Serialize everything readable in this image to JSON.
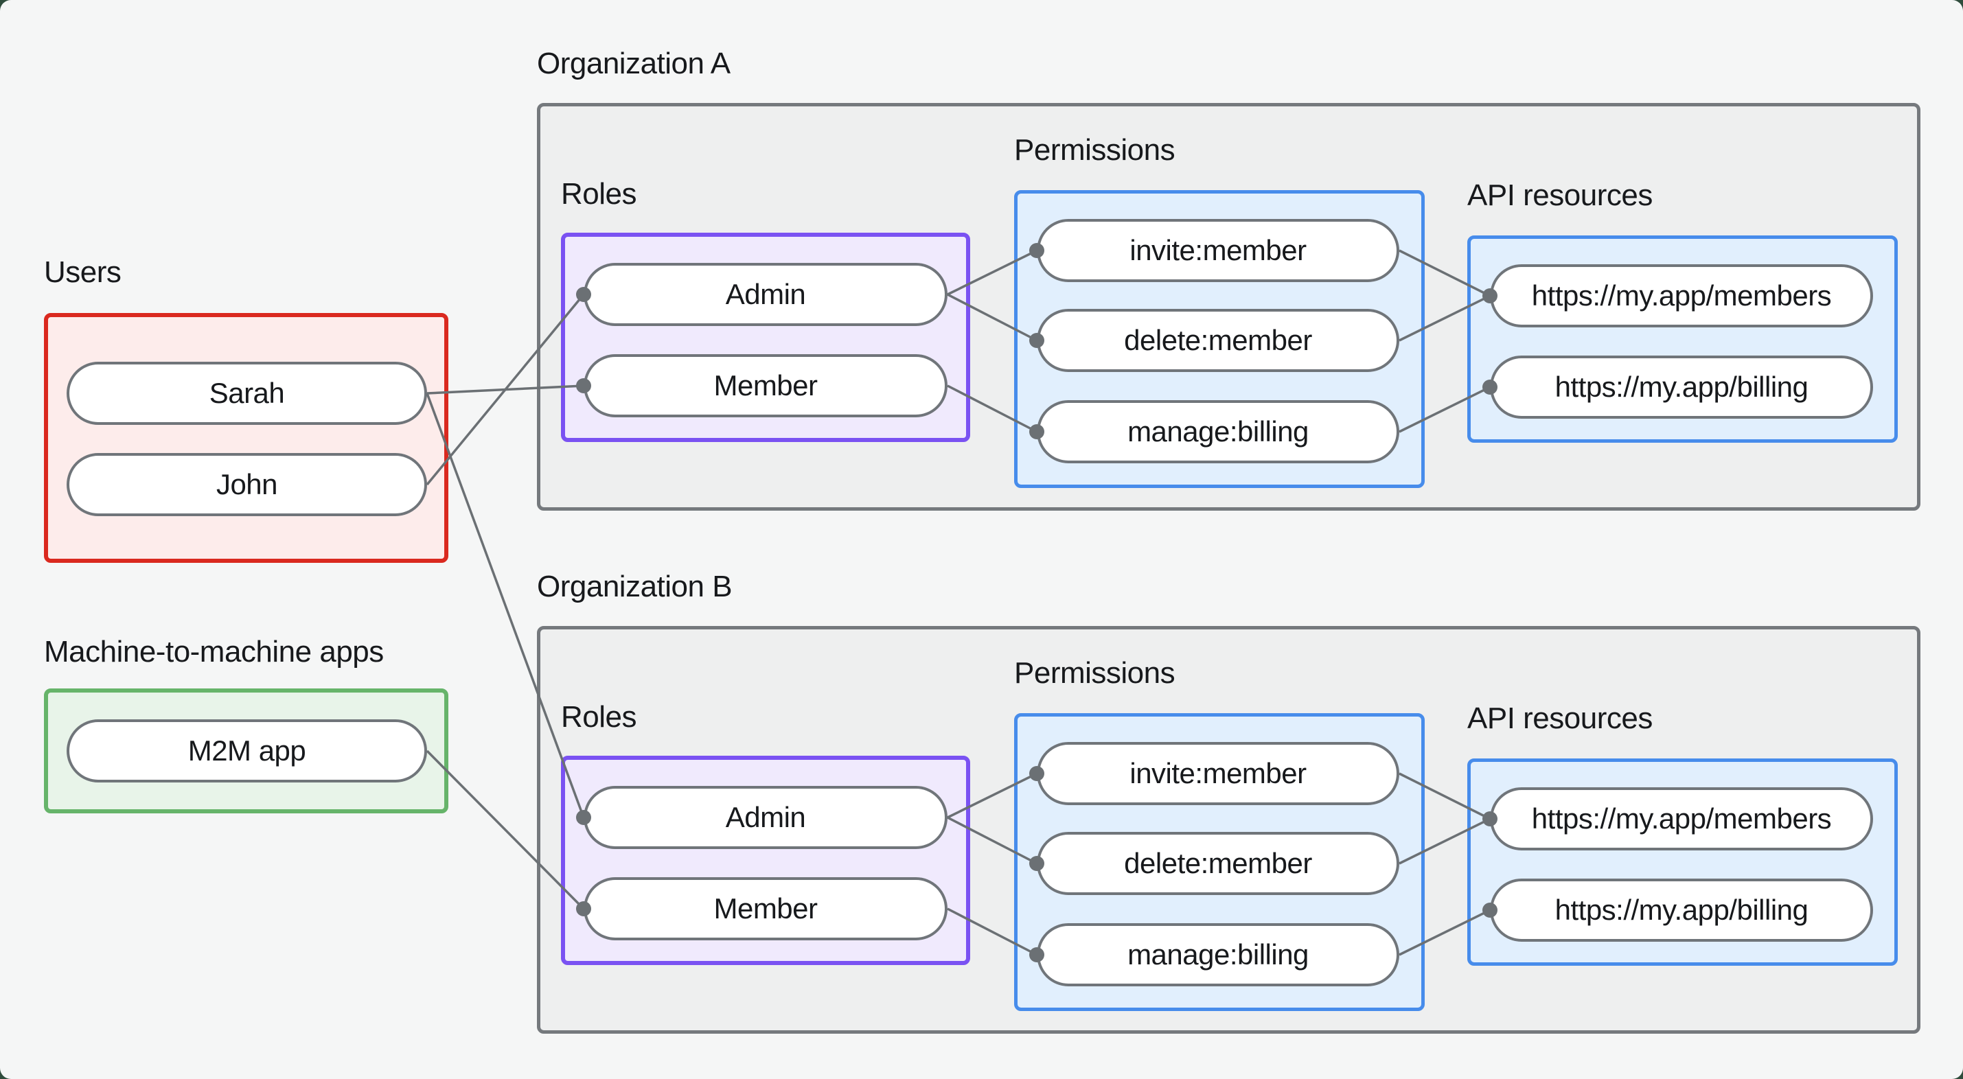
{
  "canvas": {
    "bg_outer": "#2f4c3c",
    "bg_card": "#f5f6f6"
  },
  "colors": {
    "org_box_border": "#75797d",
    "org_box_fill": "#eeefef",
    "users_border": "#da291f",
    "users_fill": "#fdeceb",
    "roles_border": "#7a52f2",
    "roles_fill": "#f0eafd",
    "permissions_border": "#478ceb",
    "permissions_fill": "#e1effd",
    "m2m_border": "#66b46a",
    "m2m_fill": "#e8f4e9",
    "node_border": "#70757a",
    "node_fill": "#ffffff",
    "edge_color": "#6b7074",
    "text_color": "#17191c"
  },
  "users": {
    "label": "Users",
    "nodes": [
      "Sarah",
      "John"
    ]
  },
  "m2m": {
    "label": "Machine-to-machine apps",
    "nodes": [
      "M2M app"
    ]
  },
  "org_a": {
    "title": "Organization A",
    "roles_label": "Roles",
    "permissions_label": "Permissions",
    "api_label": "API resources",
    "roles": [
      "Admin",
      "Member"
    ],
    "permissions": [
      "invite:member",
      "delete:member",
      "manage:billing"
    ],
    "api_resources": [
      "https://my.app/members",
      "https://my.app/billing"
    ]
  },
  "org_b": {
    "title": "Organization B",
    "roles_label": "Roles",
    "permissions_label": "Permissions",
    "api_label": "API resources",
    "roles": [
      "Admin",
      "Member"
    ],
    "permissions": [
      "invite:member",
      "delete:member",
      "manage:billing"
    ],
    "api_resources": [
      "https://my.app/members",
      "https://my.app/billing"
    ]
  },
  "edges": [
    {
      "from": "Sarah",
      "to": "Member (Organization A)"
    },
    {
      "from": "John",
      "to": "Admin (Organization A)"
    },
    {
      "from": "Sarah",
      "to": "Admin (Organization B)"
    },
    {
      "from": "M2M app",
      "to": "Member (Organization B)"
    },
    {
      "from": "Admin (Organization A)",
      "to": "invite:member (Organization A)"
    },
    {
      "from": "Admin (Organization A)",
      "to": "delete:member (Organization A)"
    },
    {
      "from": "Member (Organization A)",
      "to": "manage:billing (Organization A)"
    },
    {
      "from": "invite:member (Organization A)",
      "to": "https://my.app/members (Organization A)"
    },
    {
      "from": "delete:member (Organization A)",
      "to": "https://my.app/members (Organization A)"
    },
    {
      "from": "manage:billing (Organization A)",
      "to": "https://my.app/billing (Organization A)"
    },
    {
      "from": "Admin (Organization B)",
      "to": "invite:member (Organization B)"
    },
    {
      "from": "Admin (Organization B)",
      "to": "delete:member (Organization B)"
    },
    {
      "from": "Member (Organization B)",
      "to": "manage:billing (Organization B)"
    },
    {
      "from": "invite:member (Organization B)",
      "to": "https://my.app/members (Organization B)"
    },
    {
      "from": "delete:member (Organization B)",
      "to": "https://my.app/members (Organization B)"
    },
    {
      "from": "manage:billing (Organization B)",
      "to": "https://my.app/billing (Organization B)"
    }
  ]
}
